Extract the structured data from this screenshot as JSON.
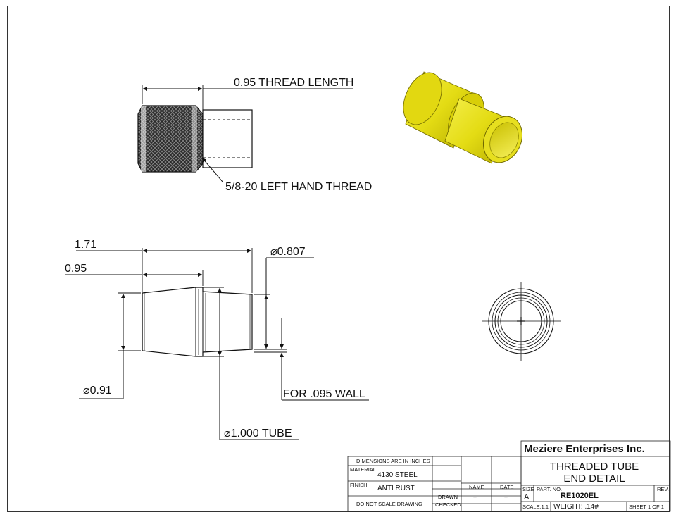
{
  "thread_view": {
    "thread_length_label": "0.95 THREAD LENGTH",
    "thread_callout": "5/8-20 LEFT HAND THREAD"
  },
  "side_view": {
    "overall_length": "1.71",
    "thread_length": "0.95",
    "small_diameter": "⌀0.807",
    "large_diameter": "⌀0.91",
    "wall_note": "FOR .095 WALL",
    "tube_diameter": "⌀1.000 TUBE"
  },
  "iso_view": {
    "color": "#e8e21a"
  },
  "title_block": {
    "units_note": "DIMENSIONS ARE IN INCHES",
    "material_label": "MATERIAL",
    "material_value": "4130 STEEL",
    "finish_label": "FINISH",
    "finish_value": "ANTI RUST",
    "scale_note": "DO NOT SCALE DRAWING",
    "name_header": "NAME",
    "date_header": "DATE",
    "drawn_label": "DRAWN",
    "drawn_name": "--",
    "drawn_date": "--",
    "checked_label": "CHECKED",
    "company": "Meziere Enterprises Inc.",
    "title_line1": "THREADED TUBE",
    "title_line2": "END DETAIL",
    "size_label": "SIZE",
    "size_value": "A",
    "part_no_label": "PART. NO.",
    "part_no_value": "RE1020EL",
    "rev_label": "REV.",
    "scale": "SCALE:1:1",
    "weight": "WEIGHT: .14#",
    "sheet": "SHEET 1 OF 1"
  }
}
